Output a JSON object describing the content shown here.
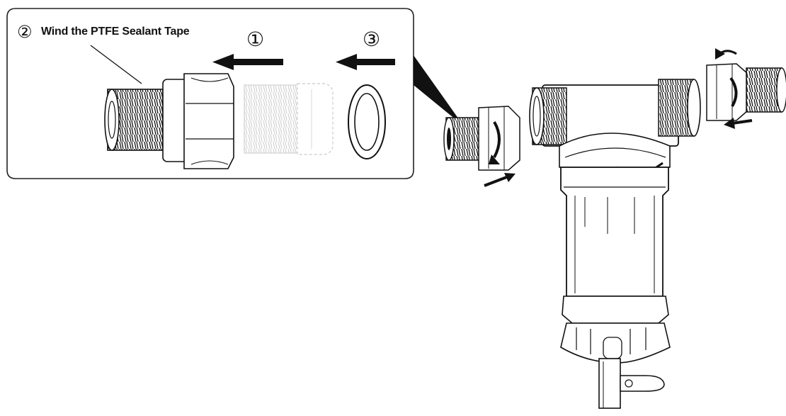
{
  "callout": {
    "step2_number": "②",
    "step2_text": "Wind the PTFE Sealant Tape",
    "step1_number": "①",
    "step3_number": "③"
  },
  "icons": [
    "arrow-left-icon",
    "rotation-arrow-icon",
    "push-arrow-icon"
  ],
  "colors": {
    "ink": "#111111",
    "panel_fill": "#ffffff",
    "faded": "#c8c8c8"
  }
}
